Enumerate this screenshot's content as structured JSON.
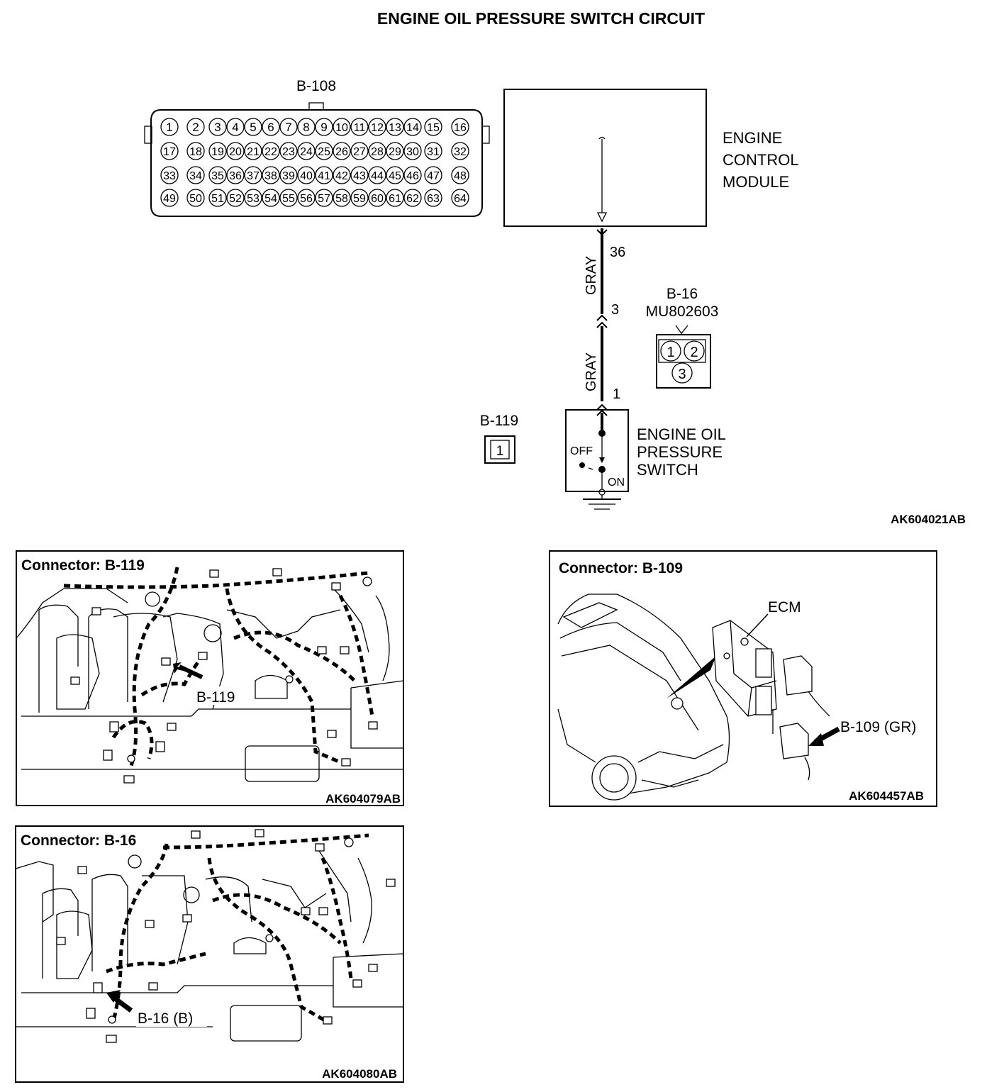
{
  "title": "ENGINE OIL PRESSURE SWITCH CIRCUIT",
  "ecm_connector": {
    "label": "B-108",
    "pins_row1": [
      "1",
      "2",
      "3",
      "4",
      "5",
      "6",
      "7",
      "8",
      "9",
      "10",
      "11",
      "12",
      "13",
      "14",
      "15",
      "16"
    ],
    "pins_row2": [
      "17",
      "18",
      "19",
      "20",
      "21",
      "22",
      "23",
      "24",
      "25",
      "26",
      "27",
      "28",
      "29",
      "30",
      "31",
      "32"
    ],
    "pins_row3": [
      "33",
      "34",
      "35",
      "36",
      "37",
      "38",
      "39",
      "40",
      "41",
      "42",
      "43",
      "44",
      "45",
      "46",
      "47",
      "48"
    ],
    "pins_row4": [
      "49",
      "50",
      "51",
      "52",
      "53",
      "54",
      "55",
      "56",
      "57",
      "58",
      "59",
      "60",
      "61",
      "62",
      "63",
      "64"
    ]
  },
  "ecm": {
    "line1": "ENGINE",
    "line2": "CONTROL",
    "line3": "MODULE"
  },
  "wire": {
    "color_upper": "GRAY",
    "color_lower": "GRAY",
    "pin_ecm": "36",
    "pin_connector": "3",
    "pin_switch": "1"
  },
  "b16": {
    "label": "B-16",
    "part": "MU802603",
    "pins": [
      "1",
      "2",
      "3"
    ]
  },
  "b119": {
    "label": "B-119",
    "pin": "1"
  },
  "switch": {
    "line1": "ENGINE OIL",
    "line2": "PRESSURE",
    "line3": "SWITCH",
    "off_label": "OFF",
    "on_label": "ON"
  },
  "figure_codes": {
    "schematic": "AK604021AB",
    "b119_view": "AK604079AB",
    "b109_view": "AK604457AB",
    "b16_view": "AK604080AB"
  },
  "panels": {
    "b119": {
      "title": "Connector: B-119",
      "callout": "B-119"
    },
    "b109": {
      "title": "Connector: B-109",
      "ecm_label": "ECM",
      "callout": "B-109 (GR)"
    },
    "b16": {
      "title": "Connector: B-16",
      "callout": "B-16 (B)"
    }
  }
}
